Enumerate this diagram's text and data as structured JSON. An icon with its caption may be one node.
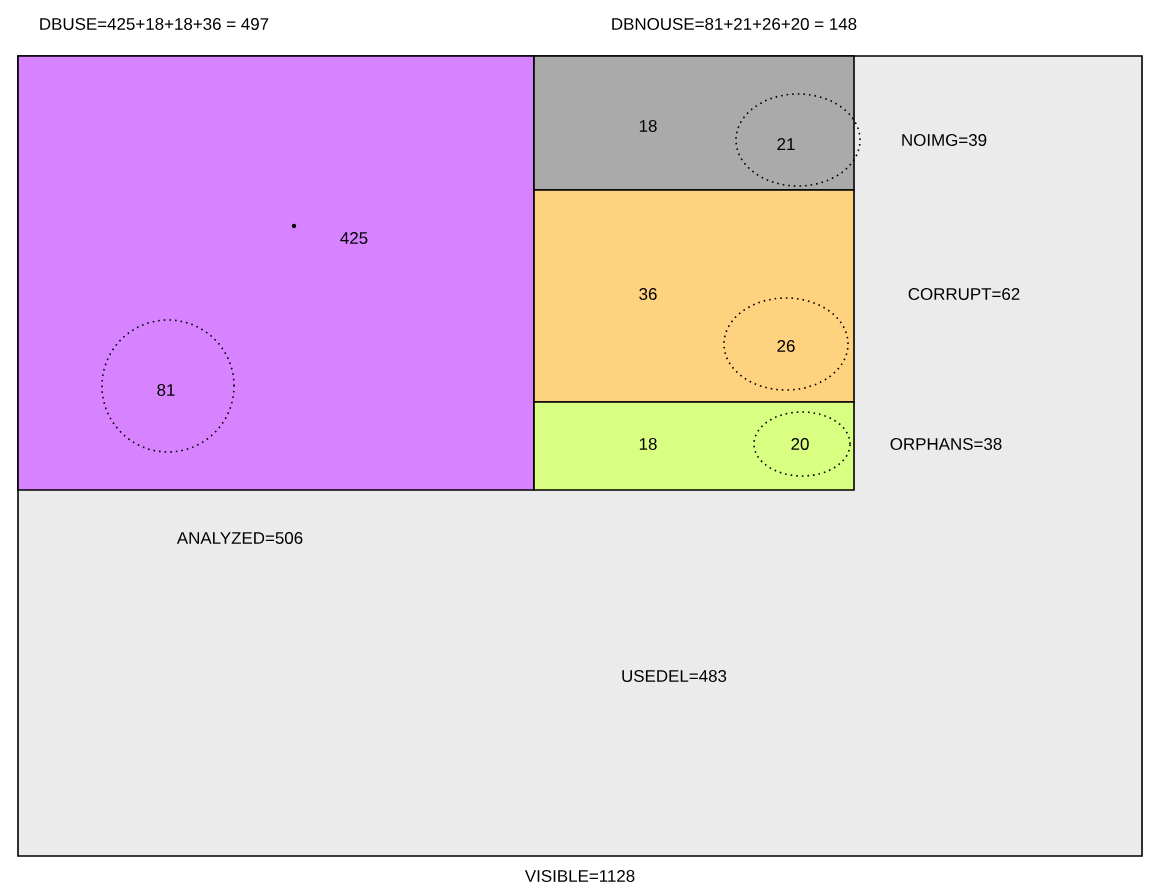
{
  "diagram": {
    "nodes": [
      {
        "text": [
          "ANALYZED=506",
          "USEDEL=483"
        ],
        "beside": [
          "VISIBLE=1128"
        ]
      },
      {
        "text": [
          "425"
        ],
        "in": 0
      },
      {
        "text": [
          "81"
        ],
        "in": 1
      },
      {
        "text": [
          "18"
        ],
        "in": 0,
        "beside": [
          "NOIMG=39"
        ]
      },
      {
        "text": [
          "21"
        ],
        "in": 3
      },
      {
        "text": [
          "36"
        ],
        "in": 0,
        "beside": [
          "CORRUPT=62"
        ]
      },
      {
        "text": [
          "26"
        ],
        "in": 5
      },
      {
        "text": [
          "18"
        ],
        "in": 0,
        "beside": [
          "ORPHANS=38"
        ]
      },
      {
        "text": [
          "20"
        ],
        "in": 7
      }
    ],
    "labels": [
      "DBUSE=425+18+18+36 = 497",
      "DBNOUSE=81+21+26+20 = 148"
    ]
  }
}
